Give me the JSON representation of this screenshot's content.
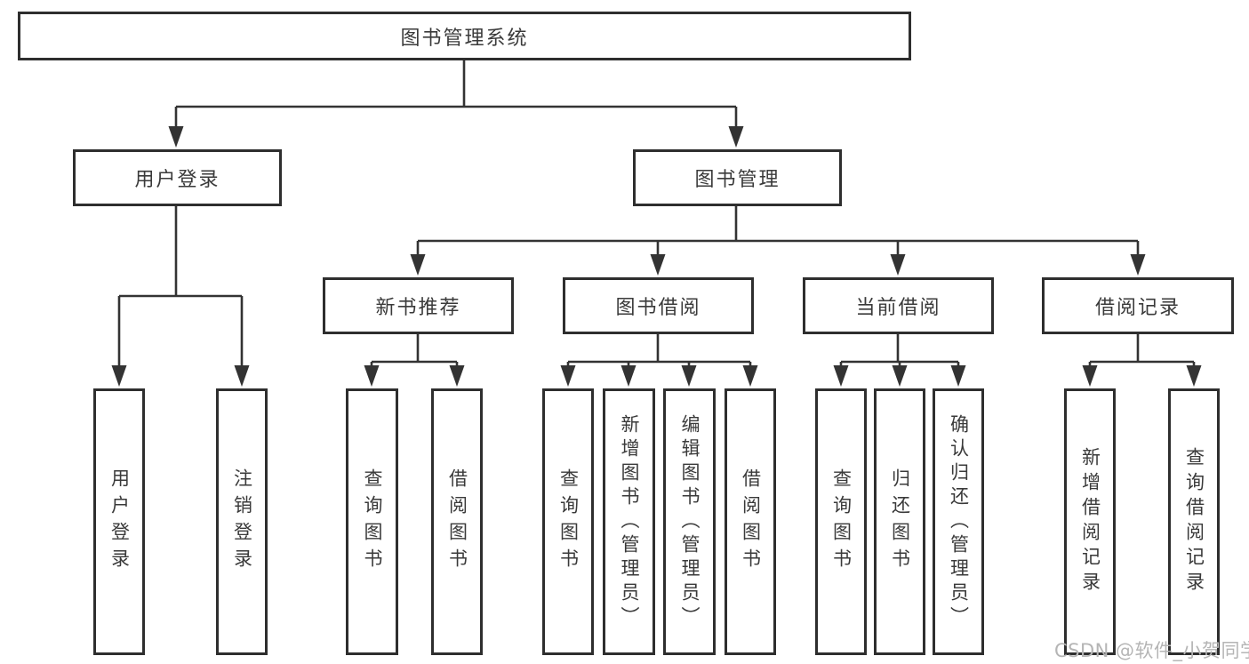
{
  "diagram": {
    "root": {
      "label": "图书管理系统"
    },
    "level2": [
      {
        "label": "用户登录"
      },
      {
        "label": "图书管理"
      }
    ],
    "level3": [
      {
        "label": "新书推荐"
      },
      {
        "label": "图书借阅"
      },
      {
        "label": "当前借阅"
      },
      {
        "label": "借阅记录"
      }
    ],
    "leaves": {
      "user_login": [
        {
          "label": "用户登录"
        },
        {
          "label": "注销登录"
        }
      ],
      "new_book_recommend": [
        {
          "label": "查询图书"
        },
        {
          "label": "借阅图书"
        }
      ],
      "book_borrow": [
        {
          "label": "查询图书"
        },
        {
          "label": "新增图书（管理员）"
        },
        {
          "label": "编辑图书（管理员）"
        },
        {
          "label": "借阅图书"
        }
      ],
      "current_borrow": [
        {
          "label": "查询图书"
        },
        {
          "label": "归还图书"
        },
        {
          "label": "确认归还（管理员）"
        }
      ],
      "borrow_records": [
        {
          "label": "新增借阅记录"
        },
        {
          "label": "查询借阅记录"
        }
      ]
    }
  },
  "watermark": {
    "text": "CSDN @软件_小贺同学"
  },
  "colors": {
    "line": "#333333",
    "box_border": "#2e2e2e",
    "text": "#3a3a3a",
    "background": "#ffffff",
    "watermark": "#b5b5b5"
  }
}
